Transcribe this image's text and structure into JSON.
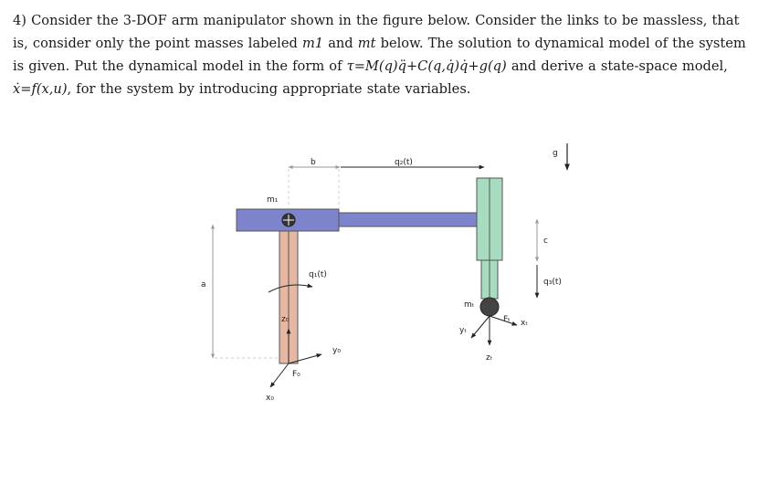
{
  "problem": {
    "number": "4)",
    "text_1": "Consider the 3-DOF arm manipulator shown in the figure below. Consider the links to be massless, that is, consider only the point masses labeled ",
    "m1": "m1",
    "text_2": " and ",
    "mt": "mt",
    "text_3": " below. The solution to dynamical model of the system is given. Put the dynamical model in the form of ",
    "dyn_eq": "τ=M(q)q̈+C(q,q̇)q̇+g(q)",
    "text_4": " and derive a state-space model, ",
    "ss_eq": "ẋ=f(x,u)",
    "text_5": ", for the system by introducing appropriate state variables."
  },
  "figure": {
    "labels": {
      "b": "b",
      "q2": "q₂(t)",
      "g": "g",
      "m1": "m₁",
      "c": "c",
      "a": "a",
      "q1": "q₁(t)",
      "q3": "q₃(t)",
      "mt": "mₜ",
      "z0": "z₀",
      "y0": "y₀",
      "F0": "F₀",
      "x0": "x₀",
      "yt": "yₜ",
      "Ft": "Fₜ",
      "xt": "xₜ",
      "zt": "zₜ"
    }
  }
}
